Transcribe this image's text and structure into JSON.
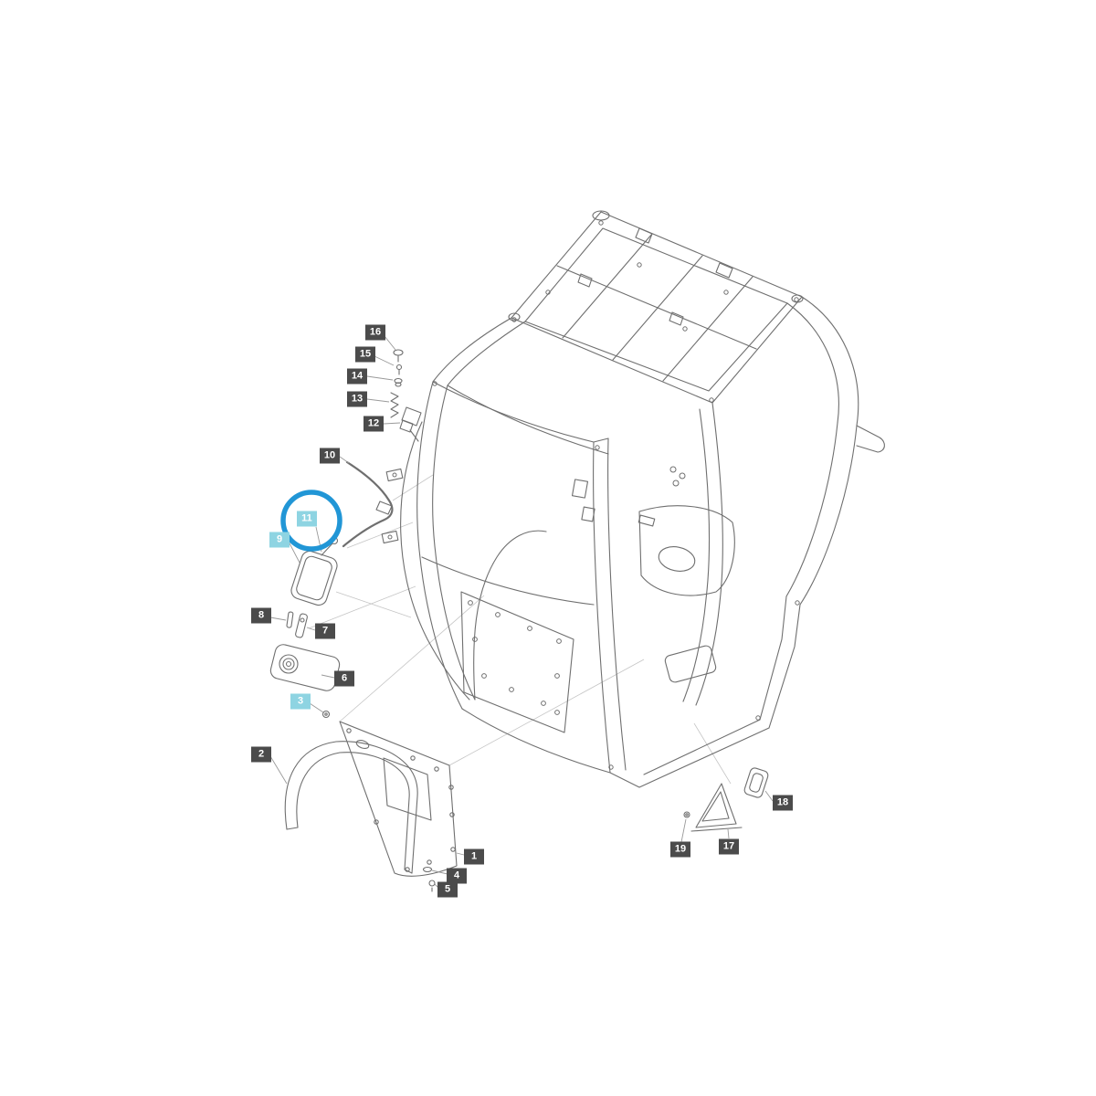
{
  "diagram": {
    "type": "exploded-parts-diagram",
    "colors": {
      "line": "#6f6f6f",
      "line_light": "#9a9a9a",
      "construction": "#c6c6c6",
      "label_bg": "#4b4b4b",
      "label_text": "#ffffff",
      "highlight_label_bg": "#8ed4e2",
      "highlight_circle": "#2196d6",
      "background": "#ffffff"
    },
    "labels": {
      "l1": "1",
      "l2": "2",
      "l3": "3",
      "l4": "4",
      "l5": "5",
      "l6": "6",
      "l7": "7",
      "l8": "8",
      "l9": "9",
      "l10": "10",
      "l11": "11",
      "l12": "12",
      "l13": "13",
      "l14": "14",
      "l15": "15",
      "l16": "16",
      "l17": "17",
      "l18": "18",
      "l19": "19"
    },
    "highlighted_labels": [
      "3",
      "9",
      "11"
    ],
    "highlight": {
      "circled_part": "11"
    }
  }
}
